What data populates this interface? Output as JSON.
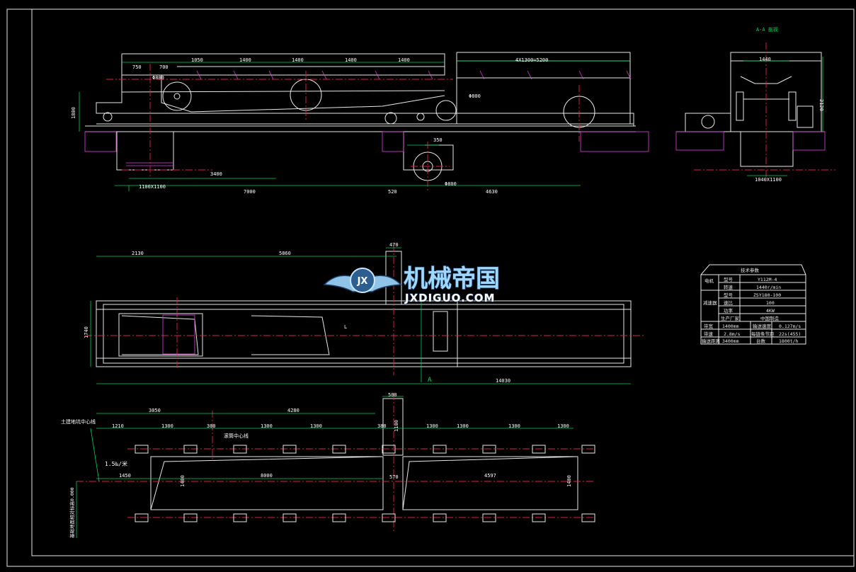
{
  "drawing": {
    "section_label": "A-A 剖视",
    "section_marker": "A",
    "colors": {
      "background": "#000000",
      "outline": "#e8e8e8",
      "dimension": "#00d25a",
      "centerline": "#e0204a",
      "hatch": "#e040e0",
      "frame": "#ffe000"
    },
    "elevation": {
      "dims_top": [
        "750",
        "700",
        "1050",
        "1400",
        "1400",
        "1400",
        "1400",
        "4X1300=5200"
      ],
      "dims_bottom": [
        "3400",
        "1100X1100",
        "7000",
        "520",
        "4630",
        "350"
      ],
      "diameters": [
        "Φ800",
        "Φ800",
        "Φ800"
      ],
      "height": "1800"
    },
    "section_view": {
      "dims": [
        "1440",
        "2120",
        "1040X1100"
      ]
    },
    "plan": {
      "dims": [
        "2130",
        "5860",
        "470",
        "1740",
        "14030"
      ],
      "marker_L": "L"
    },
    "foundation": {
      "dims_top": [
        "3050",
        "4280",
        "500",
        "1210",
        "1300",
        "300",
        "1300",
        "1300",
        "380",
        "1100",
        "1300",
        "1300",
        "1300",
        "1300"
      ],
      "dims_inner": [
        "1450",
        "8000",
        "570",
        "4597",
        "1400",
        "1400"
      ],
      "slope": "1.5‰/米",
      "label_left": "土建地坑中心线",
      "label_center": "滚筒中心线",
      "label_vertical": "基础地面相对标高0.000"
    },
    "spec_table": {
      "title": "技术参数",
      "rows": [
        [
          "电机",
          "型号",
          "Y112M-4"
        ],
        [
          "",
          "转速",
          "1440r/min"
        ],
        [
          "减速器",
          "型号",
          "ZSY180-100"
        ],
        [
          "",
          "速比",
          "100"
        ],
        [
          "",
          "功率",
          "4KW"
        ],
        [
          "",
          "生产厂家",
          "中国制造"
        ]
      ],
      "bottom_rows": [
        [
          "带宽",
          "1400mm",
          "输送速度",
          "0.127m/s"
        ],
        [
          "带速",
          "2.8m/s",
          "每链条节距",
          "22s(455)"
        ],
        [
          "输送距离",
          "3400mm",
          "台数",
          "1800t/h"
        ]
      ]
    },
    "watermark": {
      "name": "机械帝国",
      "url": "JXDIGUO.COM",
      "logo_letters": "JX"
    }
  }
}
